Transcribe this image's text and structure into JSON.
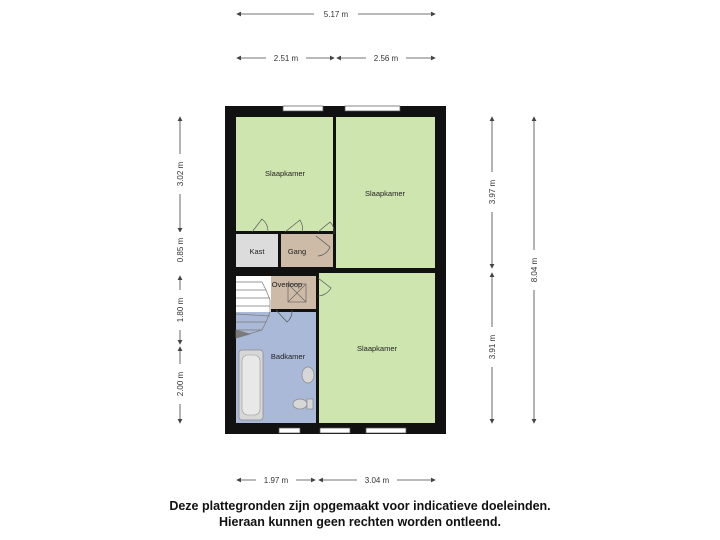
{
  "rooms": {
    "bedroom_top_left": "Slaapkamer",
    "bedroom_top_right": "Slaapkamer",
    "bedroom_bottom_right": "Slaapkamer",
    "closet": "Kast",
    "hall": "Gang",
    "landing": "Overloop",
    "bathroom": "Badkamer"
  },
  "dimensions": {
    "total_width": "5.17 m",
    "top_left_width": "2.51 m",
    "top_right_width": "2.56 m",
    "bottom_left_width": "1.97 m",
    "bottom_right_width": "3.04 m",
    "left_1": "3.02 m",
    "left_2": "0.85 m",
    "left_3": "1.80 m",
    "left_4": "2.00 m",
    "right_1": "3.97 m",
    "right_2": "3.91 m",
    "right_total": "8.04 m"
  },
  "colors": {
    "bedroom": "#cfe5b0",
    "bathroom": "#a9b9d7",
    "hall": "#cdbba7",
    "closet": "#dcdcdc",
    "wall": "#111111"
  },
  "disclaimer": {
    "line1": "Deze plattegronden zijn opgemaakt voor indicatieve doeleinden.",
    "line2": "Hieraan kunnen geen rechten worden ontleend."
  }
}
